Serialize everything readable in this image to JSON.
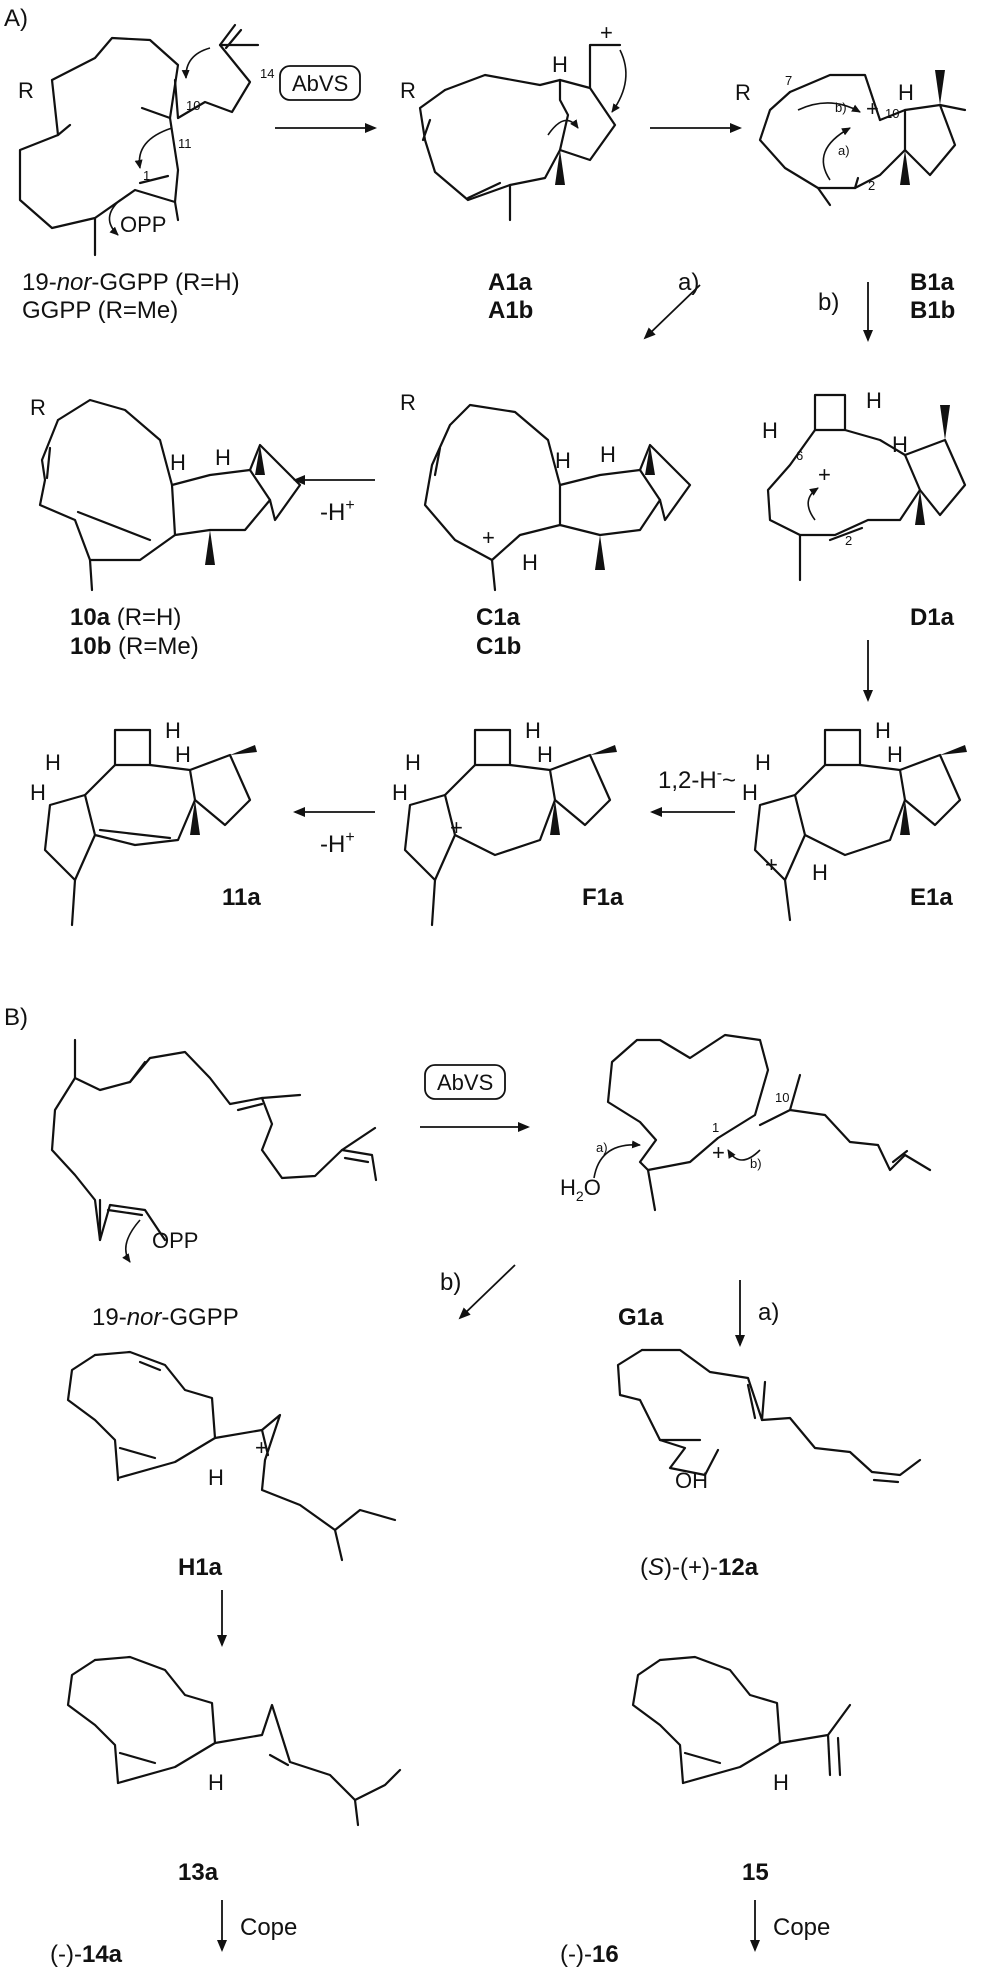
{
  "sections": {
    "a": "A)",
    "b": "B)"
  },
  "atoms": {
    "R": "R",
    "H": "H",
    "OPP": "OPP",
    "OH": "OH",
    "H2O": "H",
    "H2O_sub": "2",
    "H2O_O": "O",
    "plus": "+"
  },
  "enzyme": "AbVS",
  "reagents": {
    "cope": "Cope",
    "deprot": "-H",
    "deprot_sup": "+",
    "hydride": "1,2-H",
    "hydride_sup": "-",
    "hydride_tilde": "~"
  },
  "pathways": {
    "a": "a)",
    "b": "b)"
  },
  "numbering": {
    "n1": "1",
    "n2": "2",
    "n6": "6",
    "n7": "7",
    "n10": "10",
    "n11": "11",
    "n14": "14"
  },
  "compounds": {
    "start_a1": "19-",
    "start_a1_it": "nor",
    "start_a1_end": "-GGPP (R=H)",
    "start_a2": "GGPP (R=Me)",
    "A1a": "A1a",
    "A1b": "A1b",
    "B1a": "B1a",
    "B1b": "B1b",
    "C1a": "C1a",
    "C1b": "C1b",
    "D1a": "D1a",
    "E1a": "E1a",
    "F1a": "F1a",
    "11a": "11a",
    "10a": "10a",
    "10a_r": " (R=H)",
    "10b": "10b",
    "10b_r": " (R=Me)",
    "start_b": "19-",
    "start_b_it": "nor",
    "start_b_end": "-GGPP",
    "G1a": "G1a",
    "H1a": "H1a",
    "13a": "13a",
    "15": "15",
    "12a_pre": "(",
    "12a_it": "S",
    "12a_mid": ")-(+)-",
    "12a": "12a",
    "14a_pre": "(-)-",
    "14a": "14a",
    "16_pre": "(-)-",
    "16": "16"
  }
}
